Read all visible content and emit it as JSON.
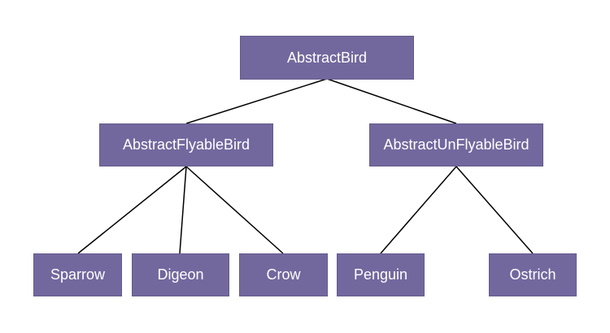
{
  "diagram": {
    "colors": {
      "node_fill": "#73689e",
      "node_text": "#ffffff",
      "edge": "#000000"
    },
    "root": {
      "label": "AbstractBird"
    },
    "flyable": {
      "label": "AbstractFlyableBird"
    },
    "unflyable": {
      "label": "AbstractUnFlyableBird"
    },
    "leaves": {
      "sparrow": {
        "label": "Sparrow"
      },
      "digeon": {
        "label": "Digeon"
      },
      "crow": {
        "label": "Crow"
      },
      "penguin": {
        "label": "Penguin"
      },
      "ostrich": {
        "label": "Ostrich"
      }
    },
    "edges": [
      {
        "from": "root",
        "to": "flyable"
      },
      {
        "from": "root",
        "to": "unflyable"
      },
      {
        "from": "flyable",
        "to": "sparrow"
      },
      {
        "from": "flyable",
        "to": "digeon"
      },
      {
        "from": "flyable",
        "to": "crow"
      },
      {
        "from": "unflyable",
        "to": "penguin"
      },
      {
        "from": "unflyable",
        "to": "ostrich"
      }
    ]
  }
}
